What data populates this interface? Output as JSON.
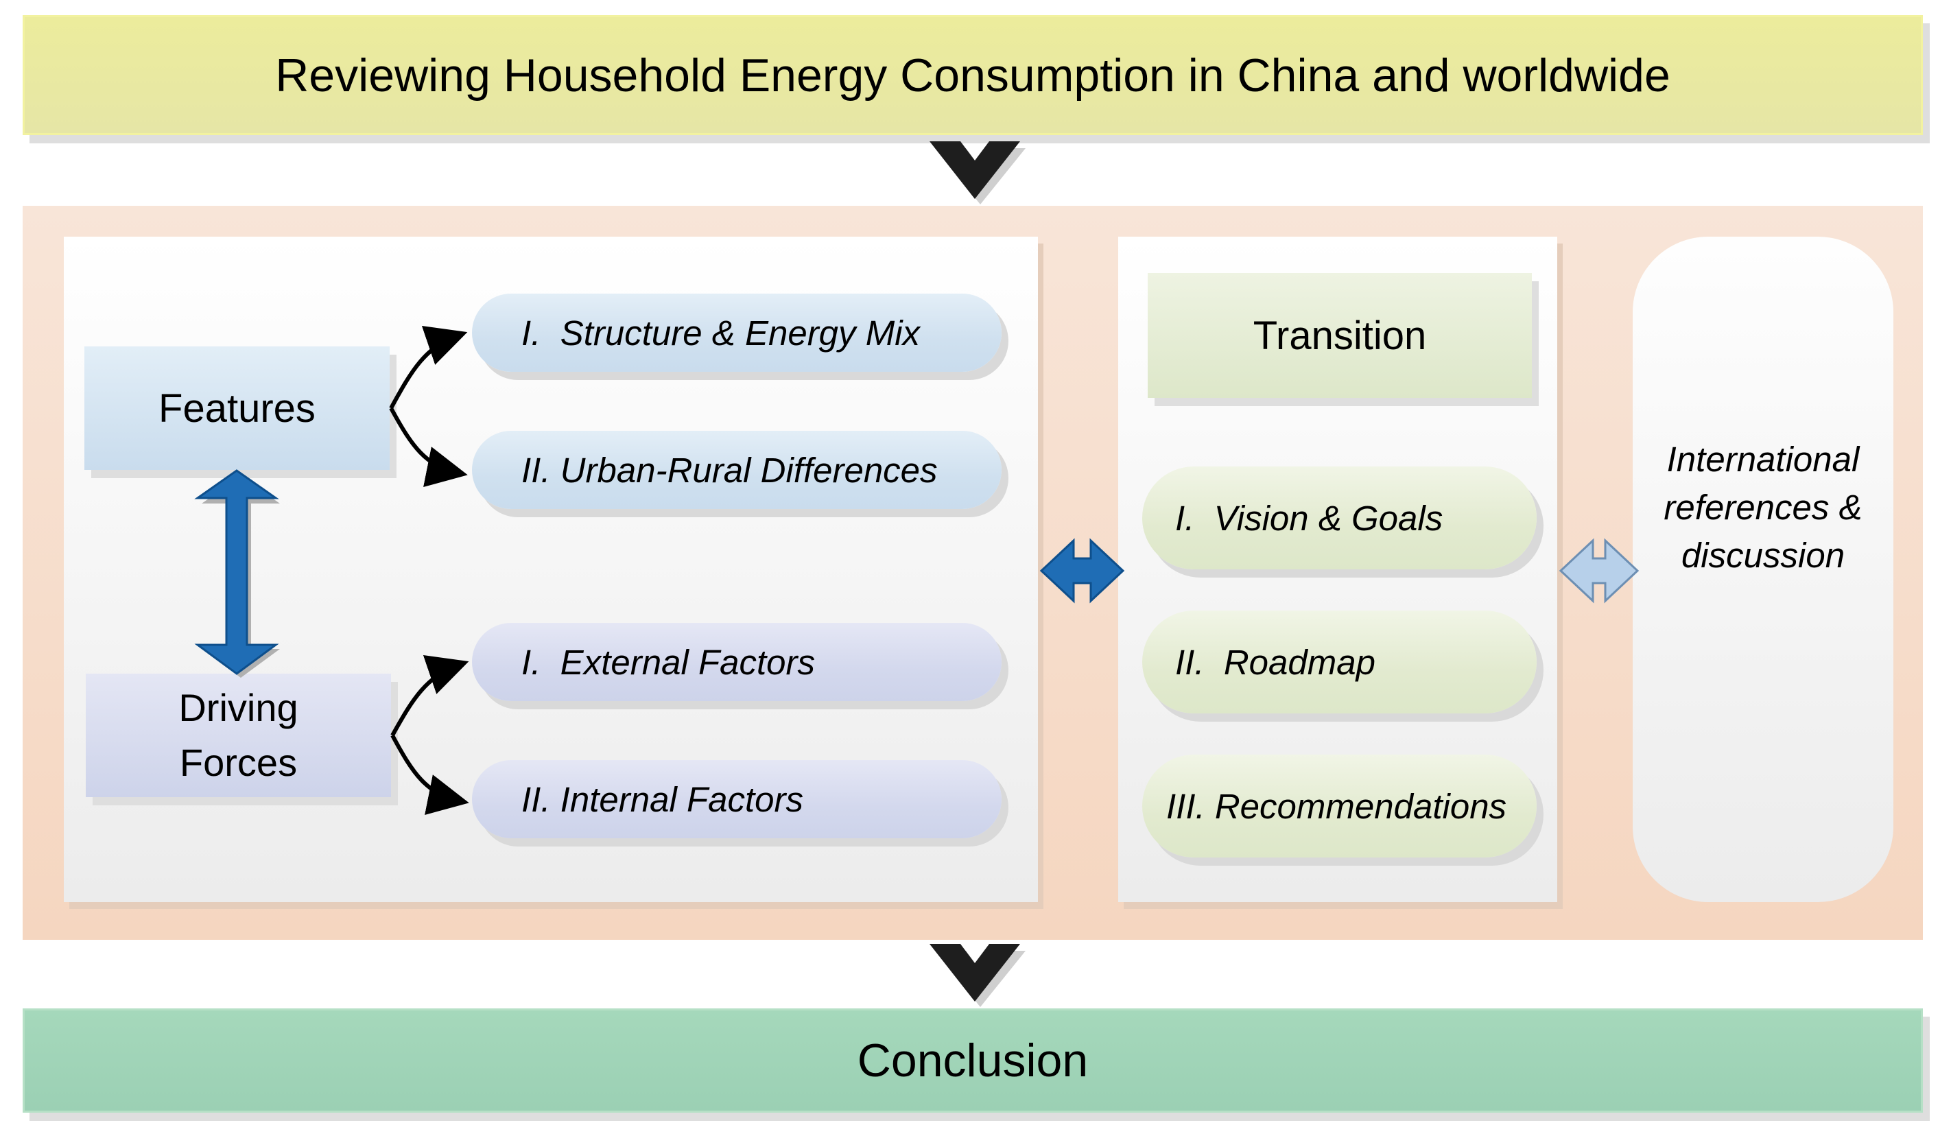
{
  "title": "Reviewing Household Energy Consumption in China and worldwide",
  "left": {
    "features": "Features",
    "driving_forces": [
      "Driving",
      "Forces"
    ],
    "items": [
      "I.  Structure & Energy Mix",
      "II. Urban-Rural Differences",
      "I.  External Factors",
      "II. Internal Factors"
    ]
  },
  "middle": {
    "transition": "Transition",
    "items": [
      "I.  Vision & Goals",
      "II.  Roadmap",
      "III. Recommendations"
    ]
  },
  "right": {
    "lines": [
      "International",
      "references &",
      "discussion"
    ]
  },
  "conclusion": "Conclusion",
  "colors": {
    "title_fill": "#e8e8a0",
    "analysis_fill": "#f6dcc8",
    "features_fill": "#c9dced",
    "driving_fill": "#cdd3ea",
    "transition_fill": "#dde7c9",
    "conclusion_fill": "#9fd3b7",
    "double_arrow_dark": "#1f6db5",
    "double_arrow_light": "#b7d0ea",
    "flow_arrow": "#1e1e1e"
  }
}
